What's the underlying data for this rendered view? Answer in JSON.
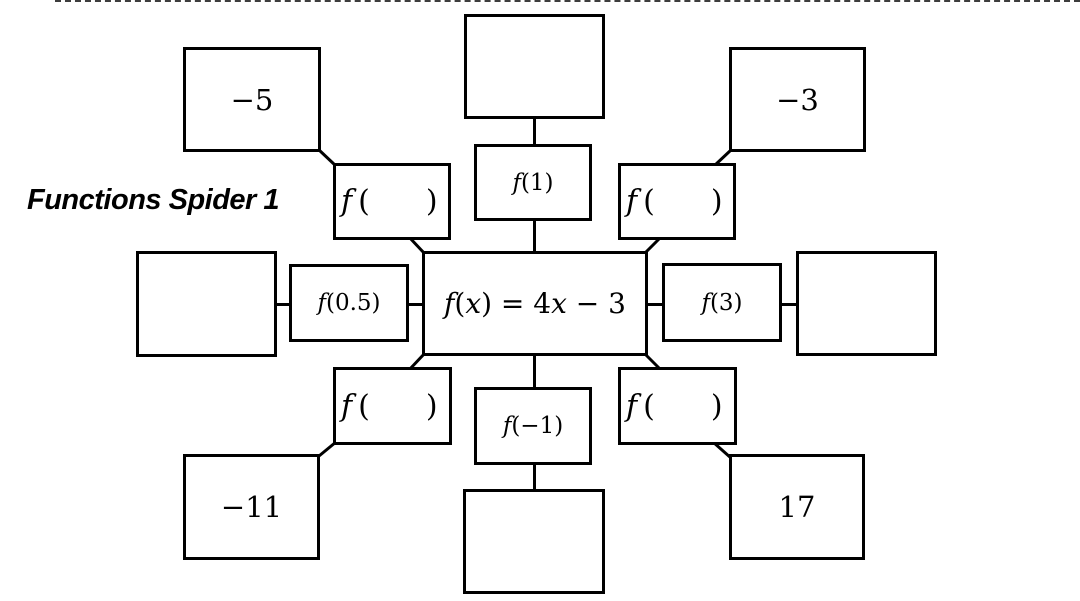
{
  "title": "Functions Spider 1",
  "colors": {
    "ink": "#000000",
    "background": "#ffffff"
  },
  "center": {
    "formula": "f(x) = 4x − 3",
    "parts": [
      "f",
      "(",
      "x",
      ") = 4",
      "x",
      " − 3"
    ]
  },
  "spokes": {
    "top": {
      "label": {
        "f": "f",
        "arg": "(1)"
      },
      "answer": ""
    },
    "bottom": {
      "label": {
        "f": "f",
        "arg": "(−1)"
      },
      "answer": ""
    },
    "left": {
      "label": {
        "f": "f",
        "arg": "(0.5)"
      },
      "answer": ""
    },
    "right": {
      "label": {
        "f": "f",
        "arg": "(3)"
      },
      "answer": ""
    },
    "top_left": {
      "label": {
        "f": "f",
        "open": "(",
        "close": ")"
      },
      "answer": "−5"
    },
    "top_right": {
      "label": {
        "f": "f",
        "open": "(",
        "close": ")"
      },
      "answer": "−3"
    },
    "bottom_left": {
      "label": {
        "f": "f",
        "open": "(",
        "close": ")"
      },
      "answer": "−11"
    },
    "bottom_right": {
      "label": {
        "f": "f",
        "open": "(",
        "close": ")"
      },
      "answer": "17"
    }
  }
}
